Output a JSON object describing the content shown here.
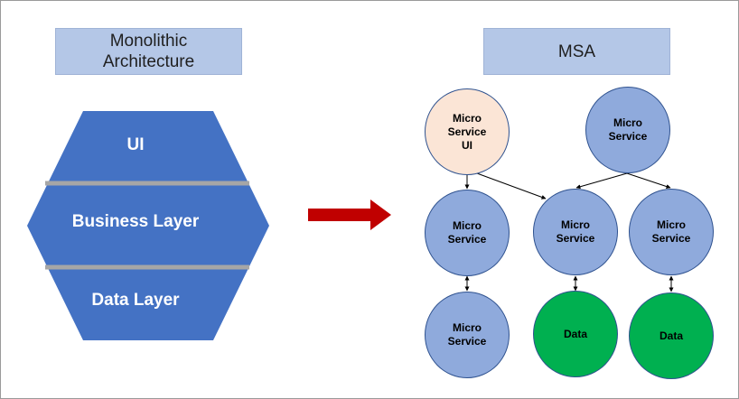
{
  "colors": {
    "hex_fill": "#4472c4",
    "divider": "#a6a6a6",
    "title_fill": "#b4c7e7",
    "microservice": "#8faadc",
    "ui_service": "#fbe5d6",
    "data": "#00b050",
    "arrow": "#c00000"
  },
  "monolith": {
    "title_line1": "Monolithic",
    "title_line2": "Architecture",
    "layers": [
      "UI",
      "Business Layer",
      "Data Layer"
    ]
  },
  "msa": {
    "title": "MSA",
    "nodes": {
      "ui_service": [
        "Micro",
        "Service",
        "UI"
      ],
      "top_service": [
        "Micro",
        "Service"
      ],
      "mid_left": [
        "Micro",
        "Service"
      ],
      "mid_center": [
        "Micro",
        "Service"
      ],
      "mid_right": [
        "Micro",
        "Service"
      ],
      "bottom_left": [
        "Micro",
        "Service"
      ],
      "bottom_center": [
        "Data"
      ],
      "bottom_right": [
        "Data"
      ]
    }
  }
}
